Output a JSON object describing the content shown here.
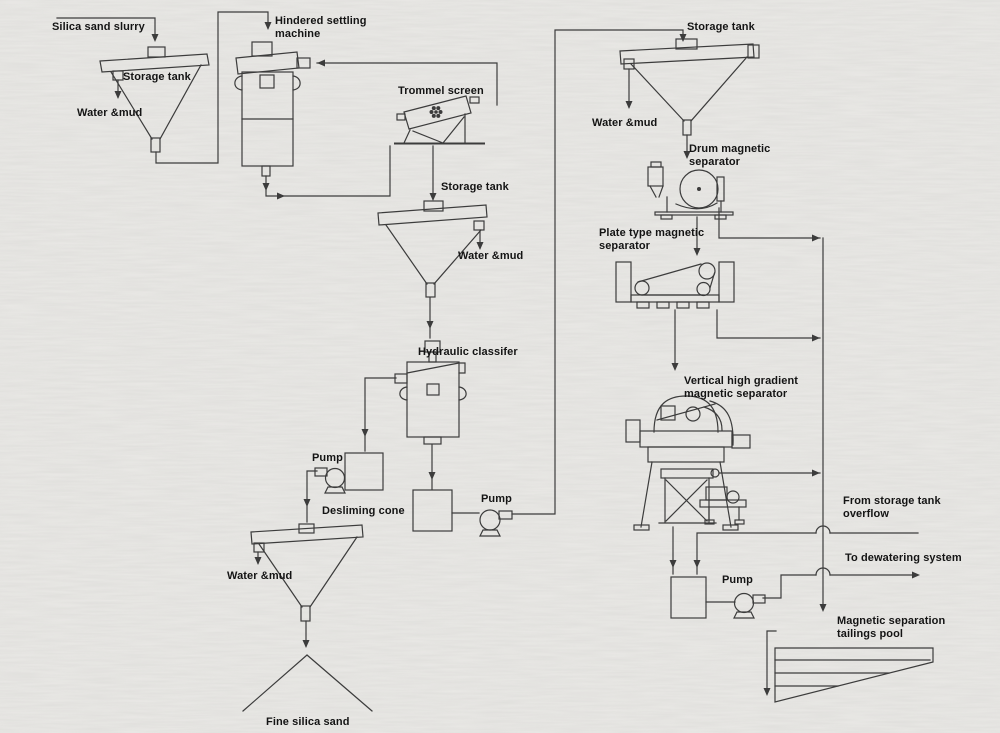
{
  "colors": {
    "background": "#eae9e6",
    "line": "#3c3c3c",
    "text": "#141414"
  },
  "labels": {
    "silica_sand_slurry": "Silica sand slurry",
    "storage_tank_1": "Storage tank",
    "water_mud_1": "Water &mud",
    "hindered_settling_machine": "Hindered settling\nmachine",
    "trommel_screen": "Trommel screen",
    "storage_tank_2": "Storage tank",
    "water_mud_2": "Water &mud",
    "hydraulic_classifier": "Hydraulic classifer",
    "pump_1": "Pump",
    "desliming_cone": "Desliming cone",
    "water_mud_3": "Water &mud",
    "fine_silica_sand": "Fine silica sand",
    "pump_2": "Pump",
    "storage_tank_3": "Storage tank",
    "water_mud_4": "Water &mud",
    "drum_magnetic_separator": "Drum magnetic\nseparator",
    "plate_magnetic_separator": "Plate type magnetic\nseparator",
    "vertical_hgms": "Vertical high gradient\nmagnetic separator",
    "from_storage_tank_overflow": "From storage tank\noverflow",
    "to_dewatering_system": "To dewatering system",
    "pump_3": "Pump",
    "tailings_pool": "Magnetic separation\ntailings pool"
  }
}
